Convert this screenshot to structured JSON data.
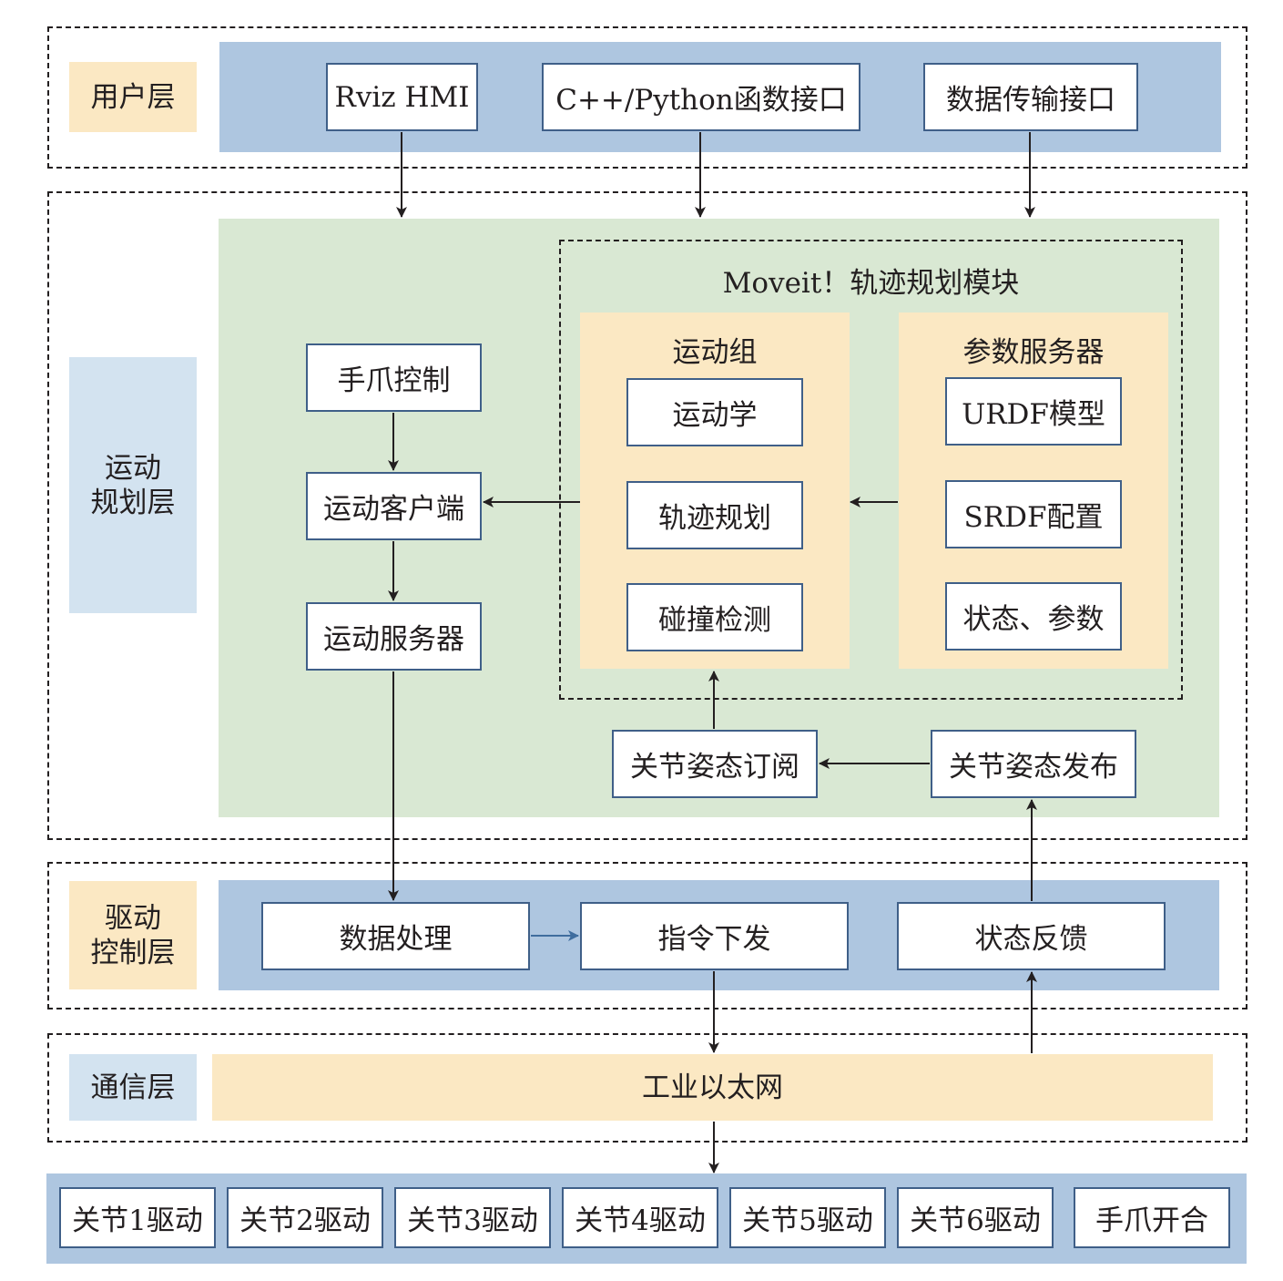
{
  "user_layer": {
    "label": "用户层",
    "items": [
      "Rviz HMI",
      "C++/Python函数接口",
      "数据传输接口"
    ]
  },
  "motion_layer": {
    "label_line1": "运动",
    "label_line2": "规划层",
    "gripper_control": "手爪控制",
    "motion_client": "运动客户端",
    "motion_server": "运动服务器",
    "moveit": {
      "title": "Moveit！轨迹规划模块",
      "motion_group": {
        "title": "运动组",
        "items": [
          "运动学",
          "轨迹规划",
          "碰撞检测"
        ]
      },
      "param_server": {
        "title": "参数服务器",
        "items": [
          "URDF模型",
          "SRDF配置",
          "状态、参数"
        ]
      }
    },
    "joint_state_subscribe": "关节姿态订阅",
    "joint_state_publish": "关节姿态发布"
  },
  "drive_layer": {
    "label_line1": "驱动",
    "label_line2": "控制层",
    "items": [
      "数据处理",
      "指令下发",
      "状态反馈"
    ]
  },
  "comm_layer": {
    "label": "通信层",
    "network": "工业以太网"
  },
  "hardware": {
    "items": [
      "关节1驱动",
      "关节2驱动",
      "关节3驱动",
      "关节4驱动",
      "关节5驱动",
      "关节6驱动",
      "手爪开合"
    ]
  }
}
